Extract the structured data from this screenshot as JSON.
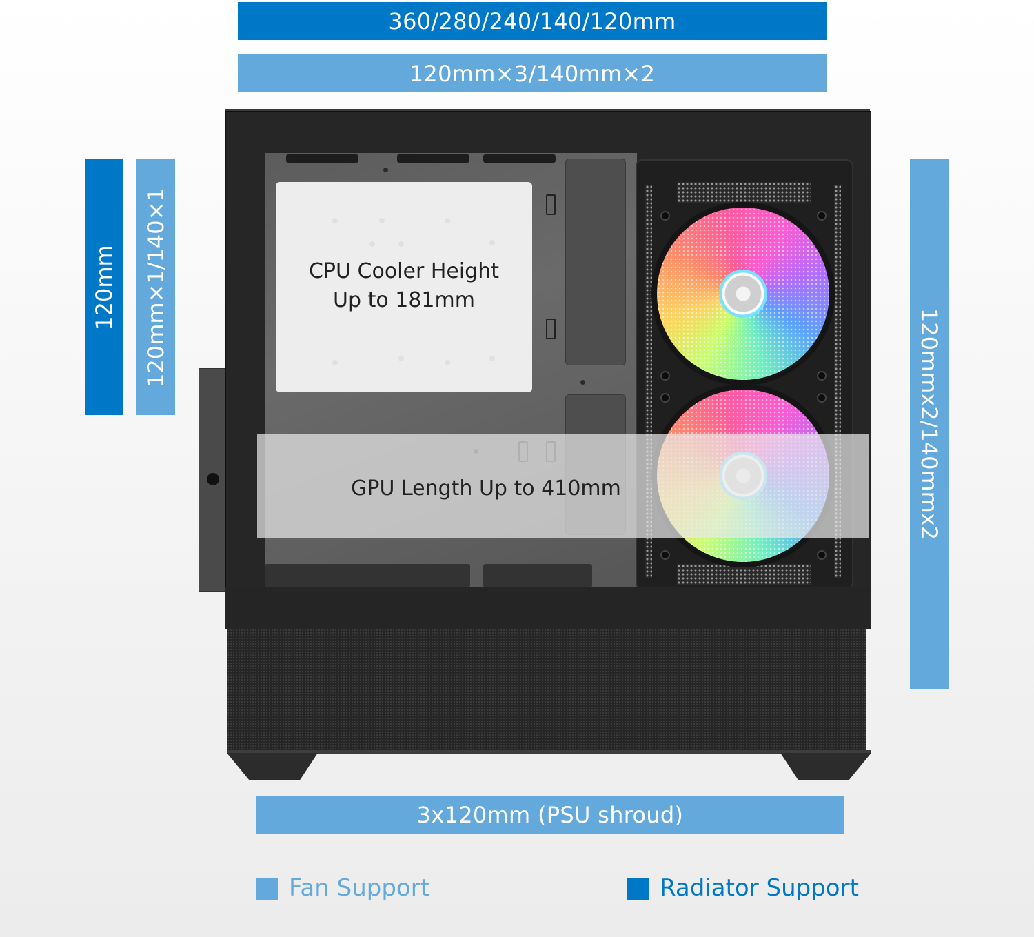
{
  "top": {
    "radiator_label": "360/280/240/140/120mm",
    "fan_label": "120mm×3/140mm×2"
  },
  "rear": {
    "radiator_label": "120mm",
    "fan_label": "120mm×1/140×1"
  },
  "front": {
    "fan_label": "120mmx2/140mmx2"
  },
  "case": {
    "cpu_line1": "CPU Cooler Height",
    "cpu_line2": "Up to 181mm",
    "gpu_label": "GPU Length Up to 410mm"
  },
  "bottom": {
    "fan_label": "3x120mm (PSU shroud)"
  },
  "legend": {
    "fan_support": "Fan Support",
    "radiator_support": "Radiator Support"
  },
  "colors": {
    "radiator_support": "#0078c8",
    "fan_support": "#64a9dc"
  }
}
